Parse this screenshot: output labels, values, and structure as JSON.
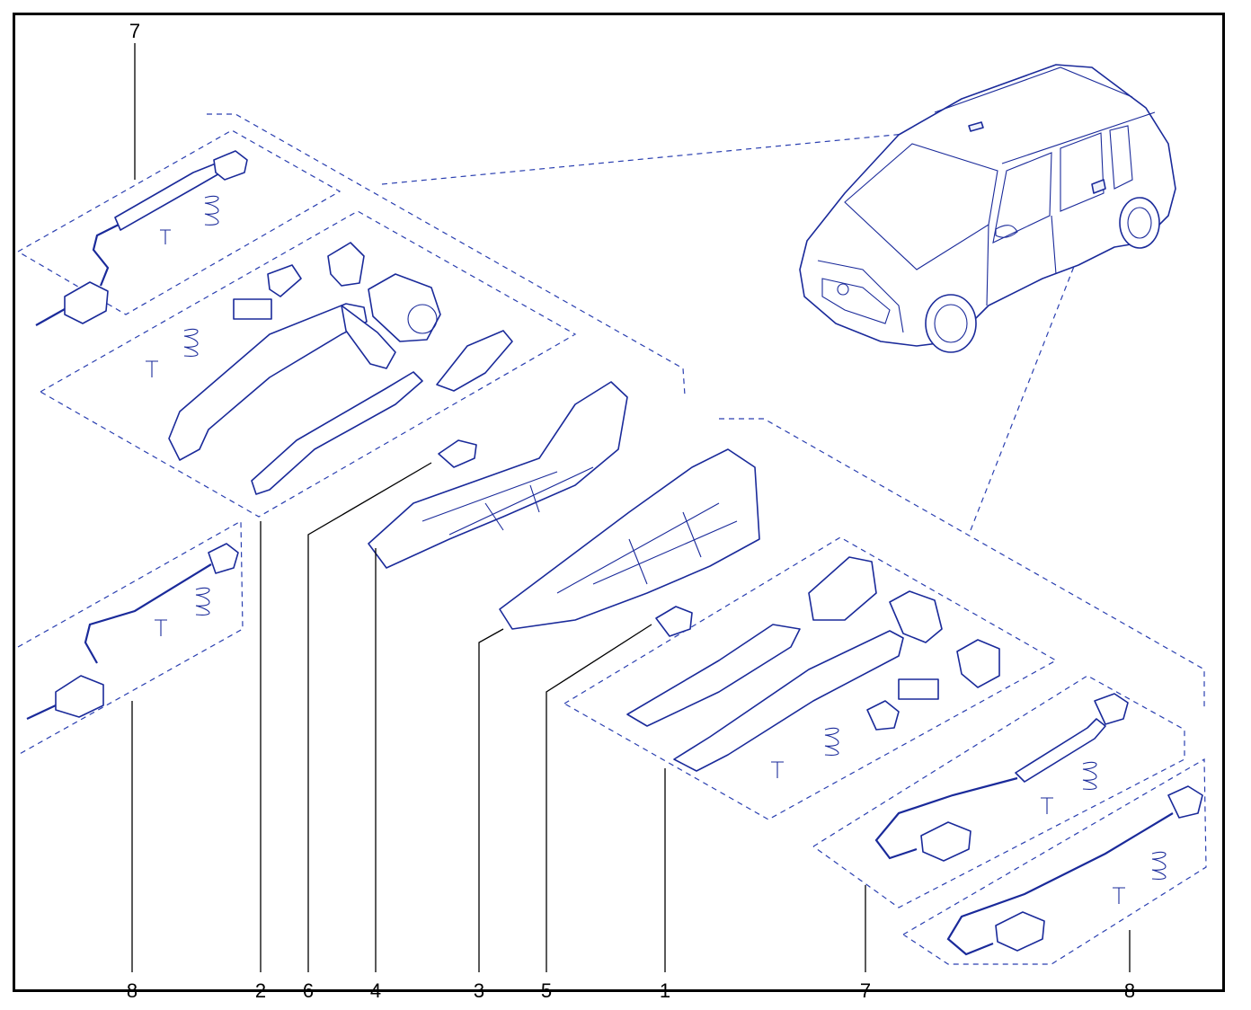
{
  "diagram": {
    "callouts_top": [
      {
        "id": "top-7",
        "label": "7"
      }
    ],
    "callouts_bottom": [
      {
        "id": "bottom-8-left",
        "label": "8"
      },
      {
        "id": "bottom-2",
        "label": "2"
      },
      {
        "id": "bottom-6",
        "label": "6"
      },
      {
        "id": "bottom-4",
        "label": "4"
      },
      {
        "id": "bottom-3",
        "label": "3"
      },
      {
        "id": "bottom-5",
        "label": "5"
      },
      {
        "id": "bottom-1",
        "label": "1"
      },
      {
        "id": "bottom-7-right",
        "label": "7"
      },
      {
        "id": "bottom-8-right",
        "label": "8"
      }
    ],
    "colors": {
      "line": "#1a2a9a",
      "dash": "#2a3fb0",
      "frame": "#000000",
      "background": "#ffffff"
    }
  }
}
